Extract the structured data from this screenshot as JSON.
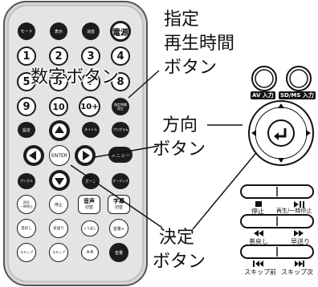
{
  "callouts": {
    "time_search_line1": "指定",
    "time_search_line2": "再生時間",
    "time_search_line3": "ボタン",
    "numeric": "数字ボタン",
    "direction_line1": "方向",
    "direction_line2": "ボタン",
    "enter_line1": "決定",
    "enter_line2": "ボタン"
  },
  "remote": {
    "mode": "モード",
    "display": "表示",
    "clear": "消音",
    "power": "電源",
    "numbers": [
      "1",
      "2",
      "3",
      "4",
      "5",
      "6",
      "7",
      "8",
      "9",
      "10",
      "10+"
    ],
    "time_search": "指定時間\n再生",
    "setup": "設定",
    "title": "タイトル",
    "program": "プログラム",
    "enter": "ENTER",
    "menu": "メニュー",
    "angle": "アングル",
    "zoom": "ズーム",
    "audio": "オーディオ",
    "play_pause": "再生\n一時停止",
    "stop": "停止",
    "audio_switch_line1": "音声",
    "audio_switch_line2": "切替",
    "subtitle_line1": "字幕",
    "subtitle_line2": "切替",
    "rewind": "巻戻し",
    "fast_forward": "早送り",
    "repeat": "くり返し",
    "volume_up": "音量+",
    "skip_prev": "スキップ",
    "skip_next": "スキップ",
    "ab": "A-B",
    "volume_down": "音量"
  },
  "side_buttons": {
    "av_input": "AV 入力",
    "sd_input": "SD/MS 入力"
  },
  "player_buttons": {
    "stop": "停止",
    "play_pause": "再生/一時停止",
    "rewind": "巻戻し",
    "fast_forward": "早送り",
    "skip_prev": "スキップ前",
    "skip_next": "スキップ次"
  }
}
